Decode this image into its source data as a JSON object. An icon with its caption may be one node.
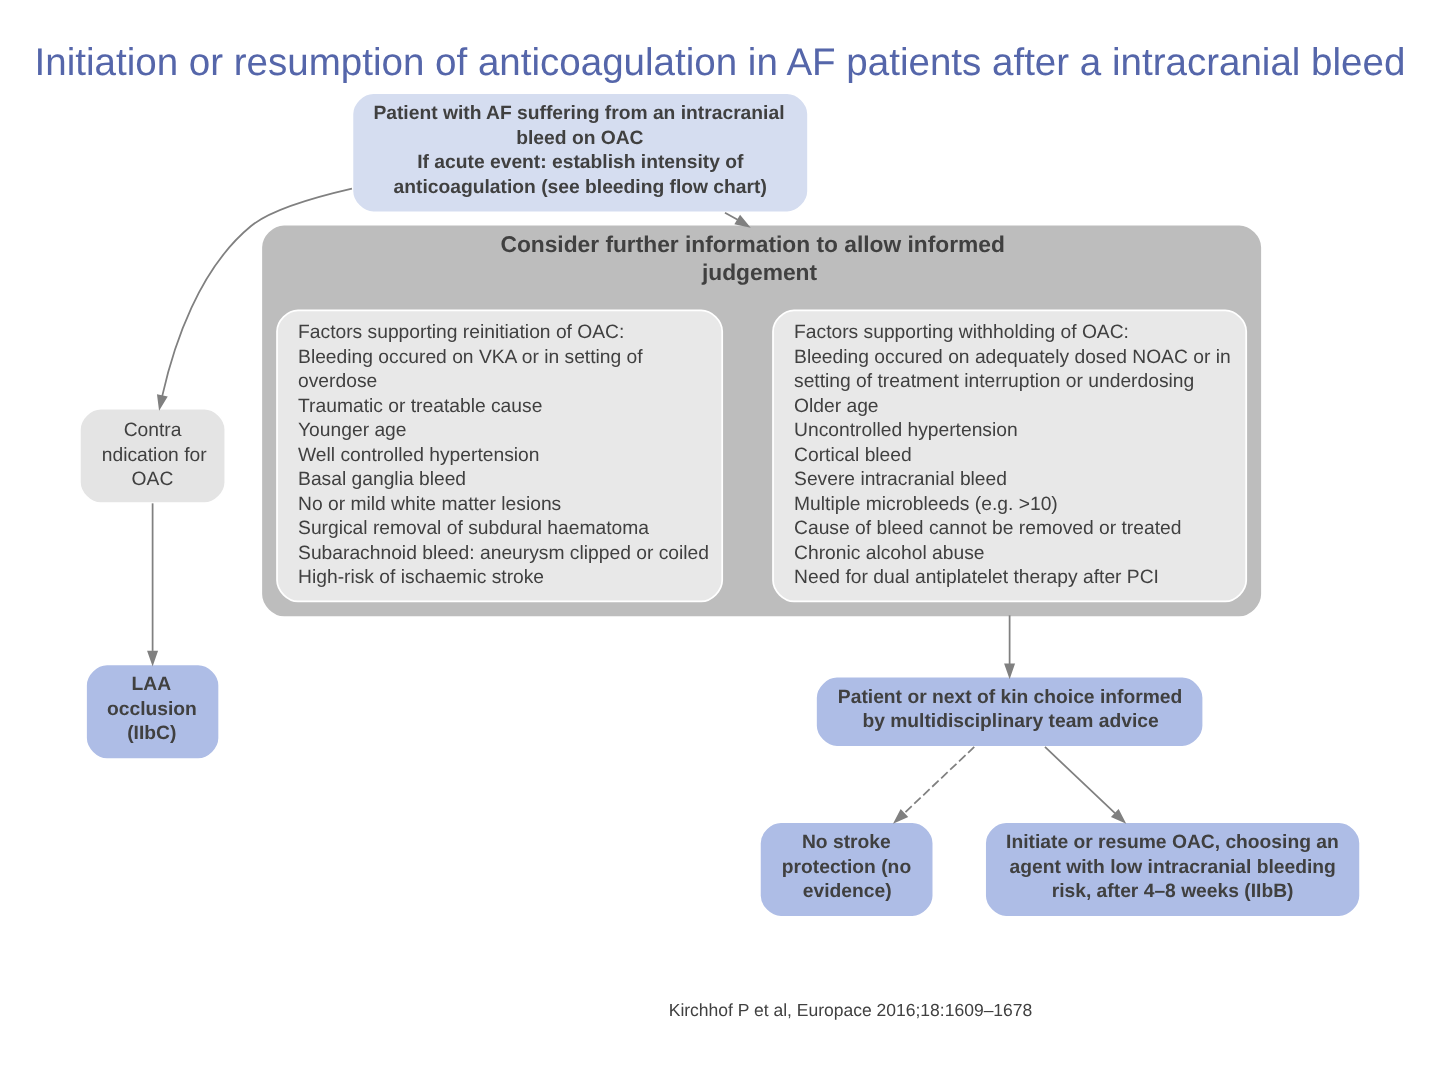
{
  "diagram": {
    "title": "Initiation or resumption of anticoagulation in AF patients after a intracranial bleed",
    "nodes": [
      {
        "text": [
          "Patient with AF suffering from an intracranial bleed on OAC",
          "If acute event: establish intensity of anticoagulation (see bleeding flow chart)"
        ]
      },
      {
        "text": [
          "Contra ndication for OAC"
        ]
      },
      {
        "text": [
          "Consider further information to allow informed judgement"
        ]
      },
      {
        "text": [
          "Factors supporting withholding of OAC:",
          "Bleeding occured on adequately dosed NOAC or in setting of treatment interruption or underdosing",
          "Older age",
          "Uncontrolled hypertension",
          "Cortical bleed",
          "Severe intracranial bleed",
          "Multiple microbleeds (e.g. >10)",
          "Cause of bleed cannot be removed or treated",
          "Chronic alcohol abuse",
          "Need for dual antiplatelet therapy after PCI"
        ],
        "in": 2
      },
      {
        "text": [
          "Factors supporting reinitiation of OAC:",
          "Bleeding occured on VKA or in setting of overdose",
          "Traumatic or treatable cause",
          "Younger age",
          "Well controlled hypertension",
          "Basal ganglia bleed",
          "No or mild white matter lesions",
          "Surgical removal of subdural haematoma",
          "Subarachnoid bleed: aneurysm clipped or coiled",
          "High-risk of ischaemic stroke"
        ],
        "in": 2
      },
      {
        "text": [
          "Patient or next of kin choice informed by multidisciplinary team advice"
        ]
      },
      {
        "text": [
          "No stroke protection (no evidence)"
        ]
      },
      {
        "text": [
          "LAA occlusion (IIbC)"
        ]
      },
      {
        "text": [
          "Initiate or resume OAC, choosing an agent with low intracranial bleeding risk, after 4–8 weeks (IIbB)"
        ]
      }
    ],
    "edges": [
      {
        "from": 0,
        "to": 1,
        "arrow": "to"
      },
      {
        "from": 0,
        "to": 2,
        "arrow": "to"
      },
      {
        "from": 2,
        "to": 5,
        "arrow": "to"
      },
      {
        "from": 1,
        "to": 7,
        "arrow": "to"
      },
      {
        "from": 5,
        "to": 6,
        "arrow": "to",
        "style": "dashed"
      },
      {
        "from": 5,
        "to": 8,
        "arrow": "to"
      }
    ],
    "labels": [
      "Kirchhof P et al, Europace 2016;18:1609–1678"
    ]
  }
}
